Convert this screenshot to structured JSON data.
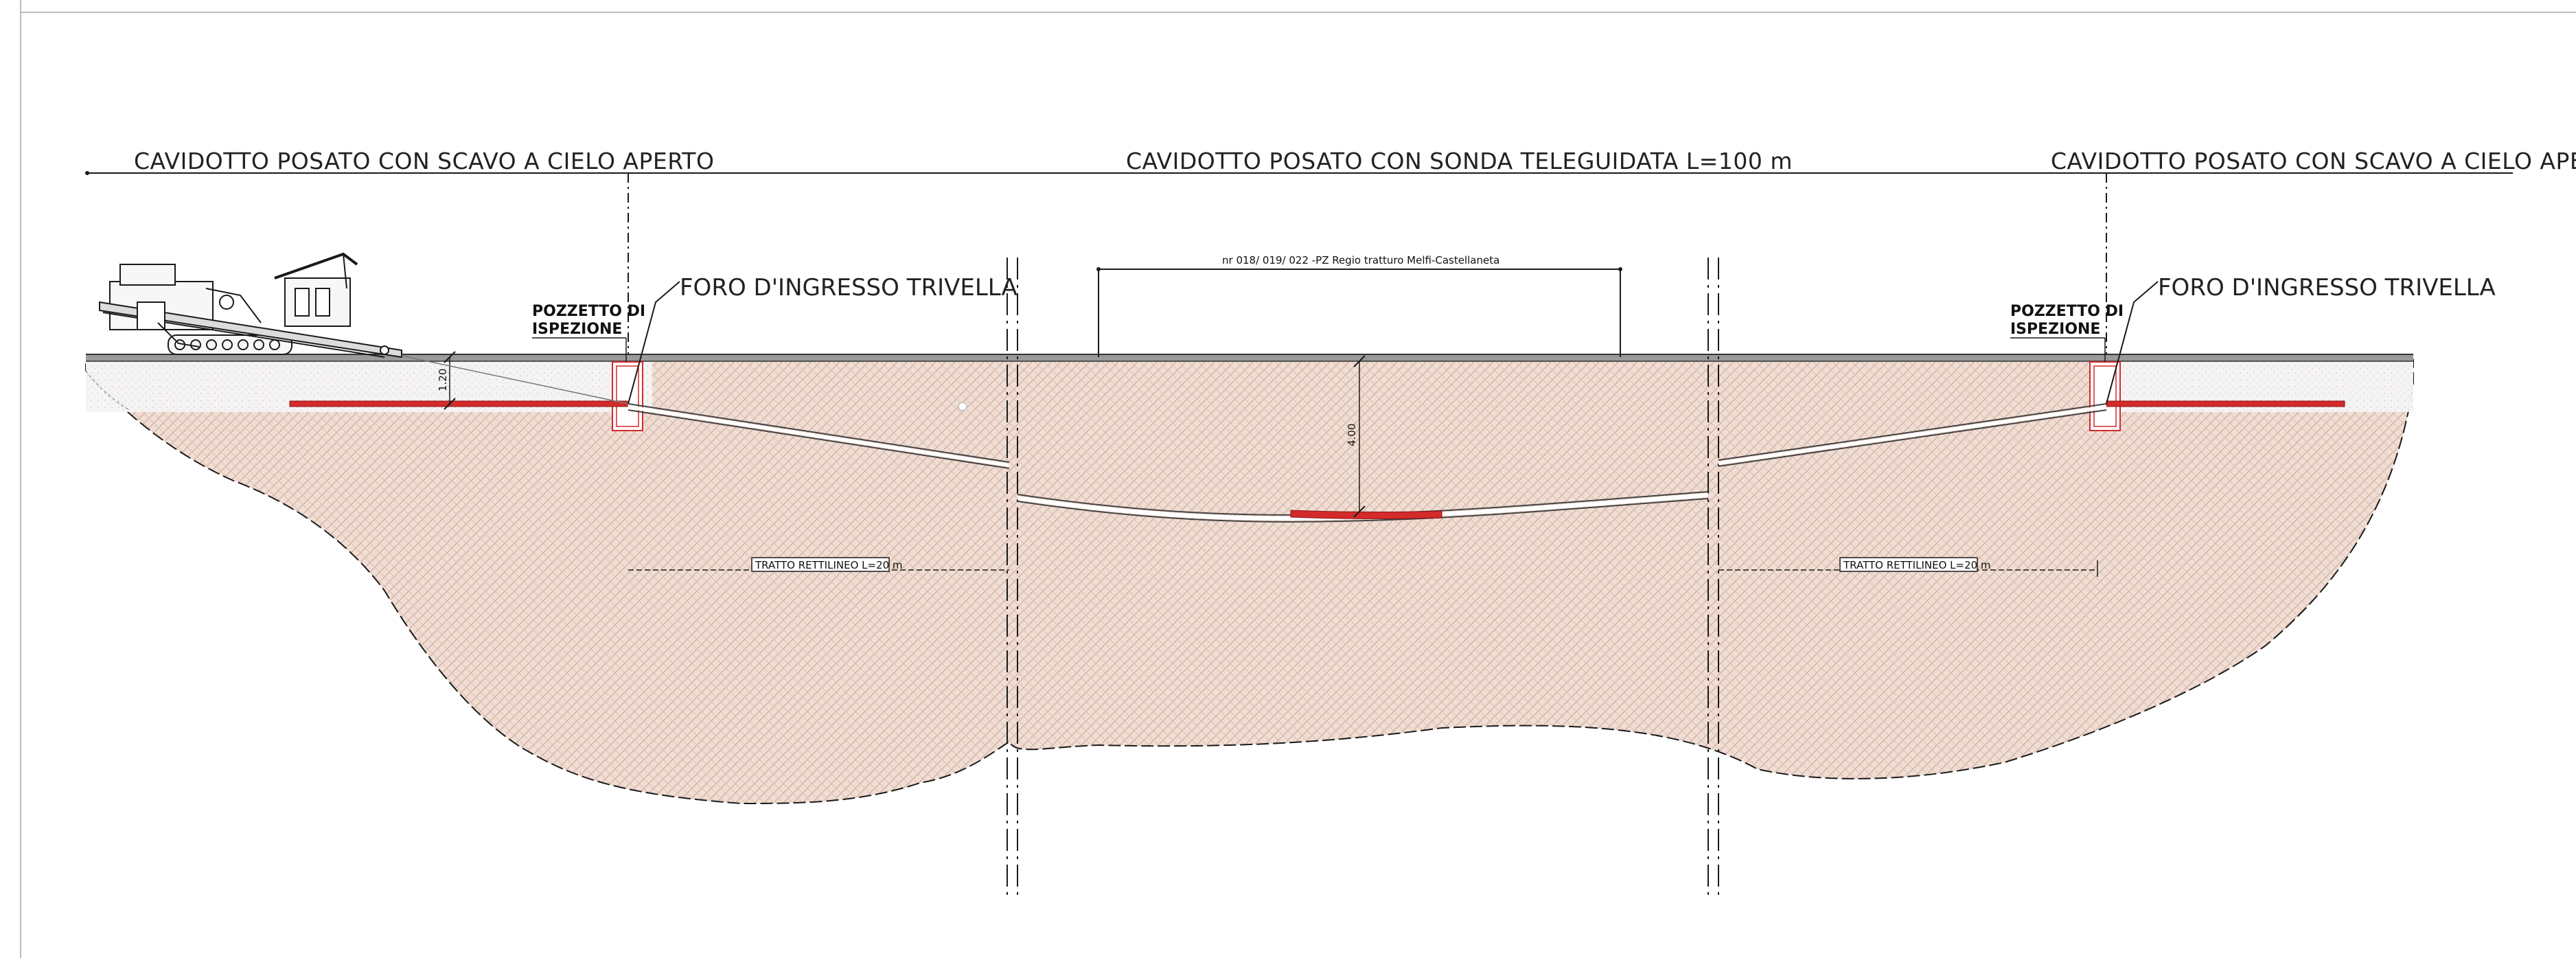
{
  "sections": {
    "left": "CAVIDOTTO POSATO CON SCAVO A CIELO APERTO",
    "center": "CAVIDOTTO POSATO CON SONDA TELEGUIDATA L=100 m",
    "right": "CAVIDOTTO POSATO CON SCAVO A CIELO APERTO"
  },
  "road_label": "nr 018/ 019/ 022 -PZ Regio tratturo Melfi-Castellaneta",
  "inspection_pit": {
    "left_line1": "POZZETTO DI",
    "left_line2": "ISPEZIONE",
    "right_line1": "POZZETTO DI",
    "right_line2": "ISPEZIONE"
  },
  "drill_entry": {
    "left": "FORO D'INGRESSO TRIVELLA",
    "right": "FORO D'INGRESSO TRIVELLA"
  },
  "straight_segments": {
    "left": "TRATTO RETTILINEO L=20 m",
    "right": "TRATTO RETTILINEO L=20 m"
  },
  "dimensions": {
    "pit_depth": "1.20",
    "bore_depth": "4.00"
  },
  "colors": {
    "soil": "#f0dcd1",
    "hatch": "#cfb3a4",
    "topsoil": "#f2f2f2",
    "cable": "#d42a2a",
    "line": "#1a1a1a"
  },
  "icons": {
    "drilling_rig": "horizontal-directional-drilling-rig"
  }
}
